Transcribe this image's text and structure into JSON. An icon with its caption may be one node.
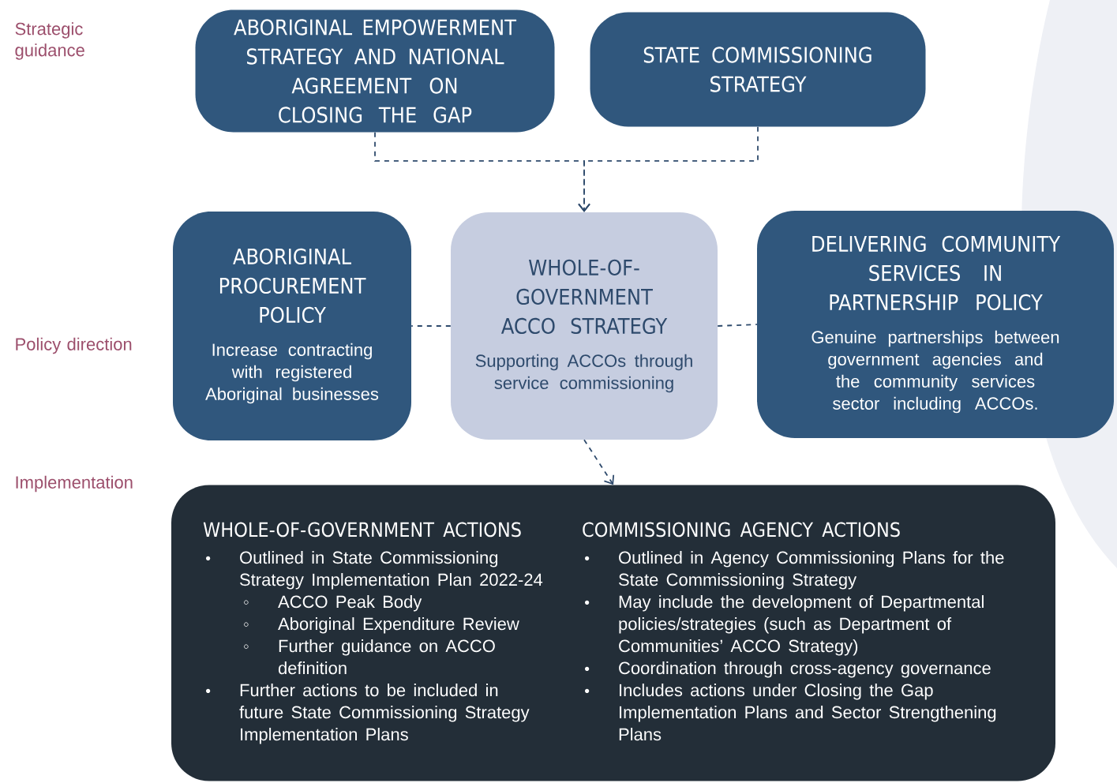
{
  "diagram": {
    "nodes": [
      {
        "text": [
          "ABORIGINAL EMPOWERMENT STRATEGY AND NATIONAL AGREEMENT ON CLOSING THE GAP"
        ]
      },
      {
        "text": [
          "STATE COMMISSIONING STRATEGY"
        ]
      },
      {
        "text": [
          "ABORIGINAL PROCUREMENT POLICY",
          "Increase contracting with registered Aboriginal businesses"
        ]
      },
      {
        "text": [
          "WHOLE-OF-GOVERNMENT ACCO STRATEGY",
          "Supporting ACCOs through service commissioning"
        ]
      },
      {
        "text": [
          "DELIVERING COMMUNITY SERVICES IN PARTNERSHIP POLICY",
          "Genuine partnerships between government agencies and the community services sector including ACCOs."
        ]
      },
      {
        "text": [
          "WHOLE-OF-GOVERNMENT ACTIONS",
          "Outlined in State Commissioning Strategy Implementation Plan 2022-24",
          "ACCO Peak Body",
          "Aboriginal Expenditure Review",
          "Further guidance on ACCO definition",
          "Further actions to be included in future State Commissioning Strategy Implementation Plans",
          "COMMISSIONING AGENCY ACTIONS",
          "Outlined in Agency Commissioning Plans for the State Commissioning Strategy",
          "May include the development of Departmental policies/strategies (such as Department of Communities’ ACCO Strategy)",
          "Coordination through cross-agency governance",
          "Includes actions under Closing the Gap Implementation Plans and Sector Strengthening Plans"
        ]
      }
    ],
    "edges": [
      {
        "from": 0,
        "to": 3,
        "arrow": "to",
        "style": "dashed"
      },
      {
        "from": 1,
        "to": 3,
        "arrow": "to",
        "style": "dashed"
      },
      {
        "from": 3,
        "to": 2,
        "arrow": "none",
        "style": "dashed"
      },
      {
        "from": 3,
        "to": 4,
        "arrow": "none",
        "style": "dashed"
      },
      {
        "from": 3,
        "to": 5,
        "arrow": "to",
        "style": "dashed"
      }
    ],
    "labels": [
      "Strategic guidance",
      "Policy direction",
      "Implementation"
    ]
  }
}
